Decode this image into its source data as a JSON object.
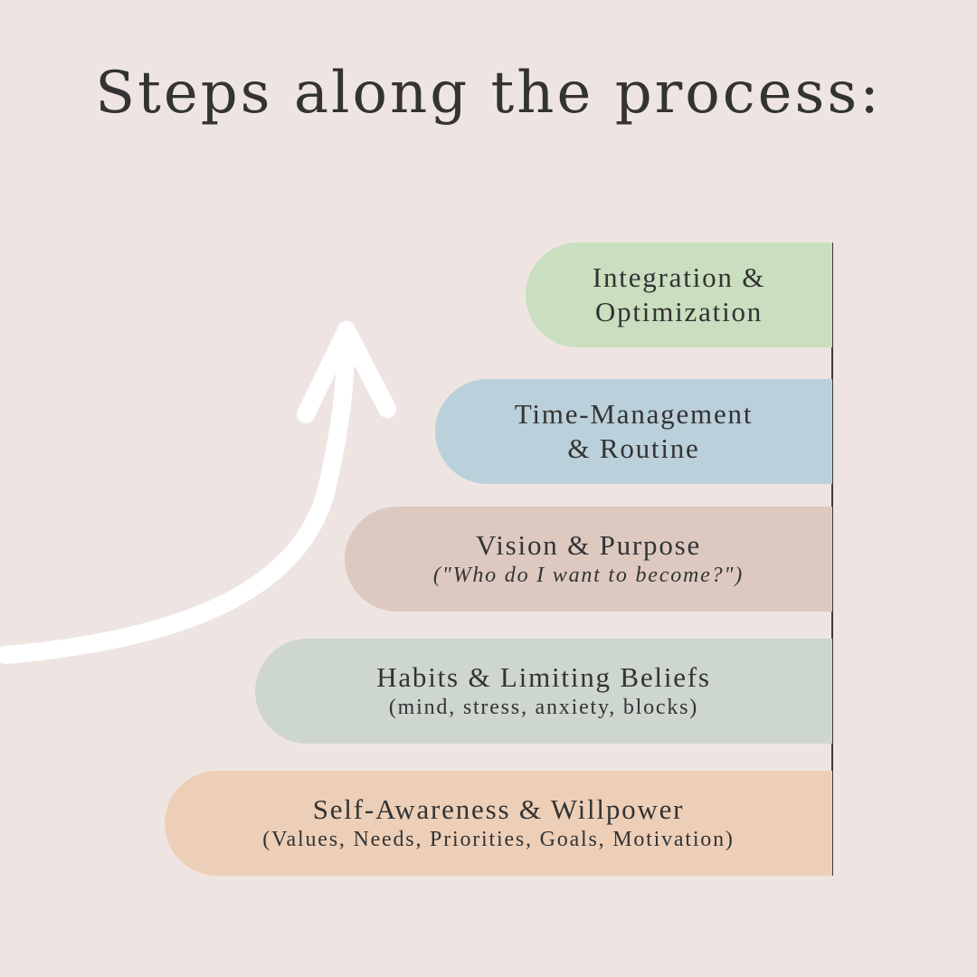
{
  "title": "Steps along the process:",
  "colors": {
    "background": "#EEE5E2",
    "text": "#333333",
    "axis": "#3a3a3a",
    "arrow": "#FFFFFF"
  },
  "steps": [
    {
      "lines": [
        "Integration &",
        "Optimization"
      ],
      "sub": "",
      "sub_italic": false,
      "color": "#C9DFBF"
    },
    {
      "lines": [
        "Time-Management",
        "& Routine"
      ],
      "sub": "",
      "sub_italic": false,
      "color": "#BAD0DA"
    },
    {
      "lines": [
        "Vision & Purpose"
      ],
      "sub": "(\"Who do I want to become?\")",
      "sub_italic": true,
      "color": "#DDC9C0"
    },
    {
      "lines": [
        "Habits & Limiting Beliefs"
      ],
      "sub": "(mind, stress, anxiety, blocks)",
      "sub_italic": false,
      "color": "#CDD6CF"
    },
    {
      "lines": [
        "Self-Awareness & Willpower"
      ],
      "sub": "(Values, Needs, Priorities, Goals, Motivation)",
      "sub_italic": false,
      "color": "#EDCFB8"
    }
  ]
}
